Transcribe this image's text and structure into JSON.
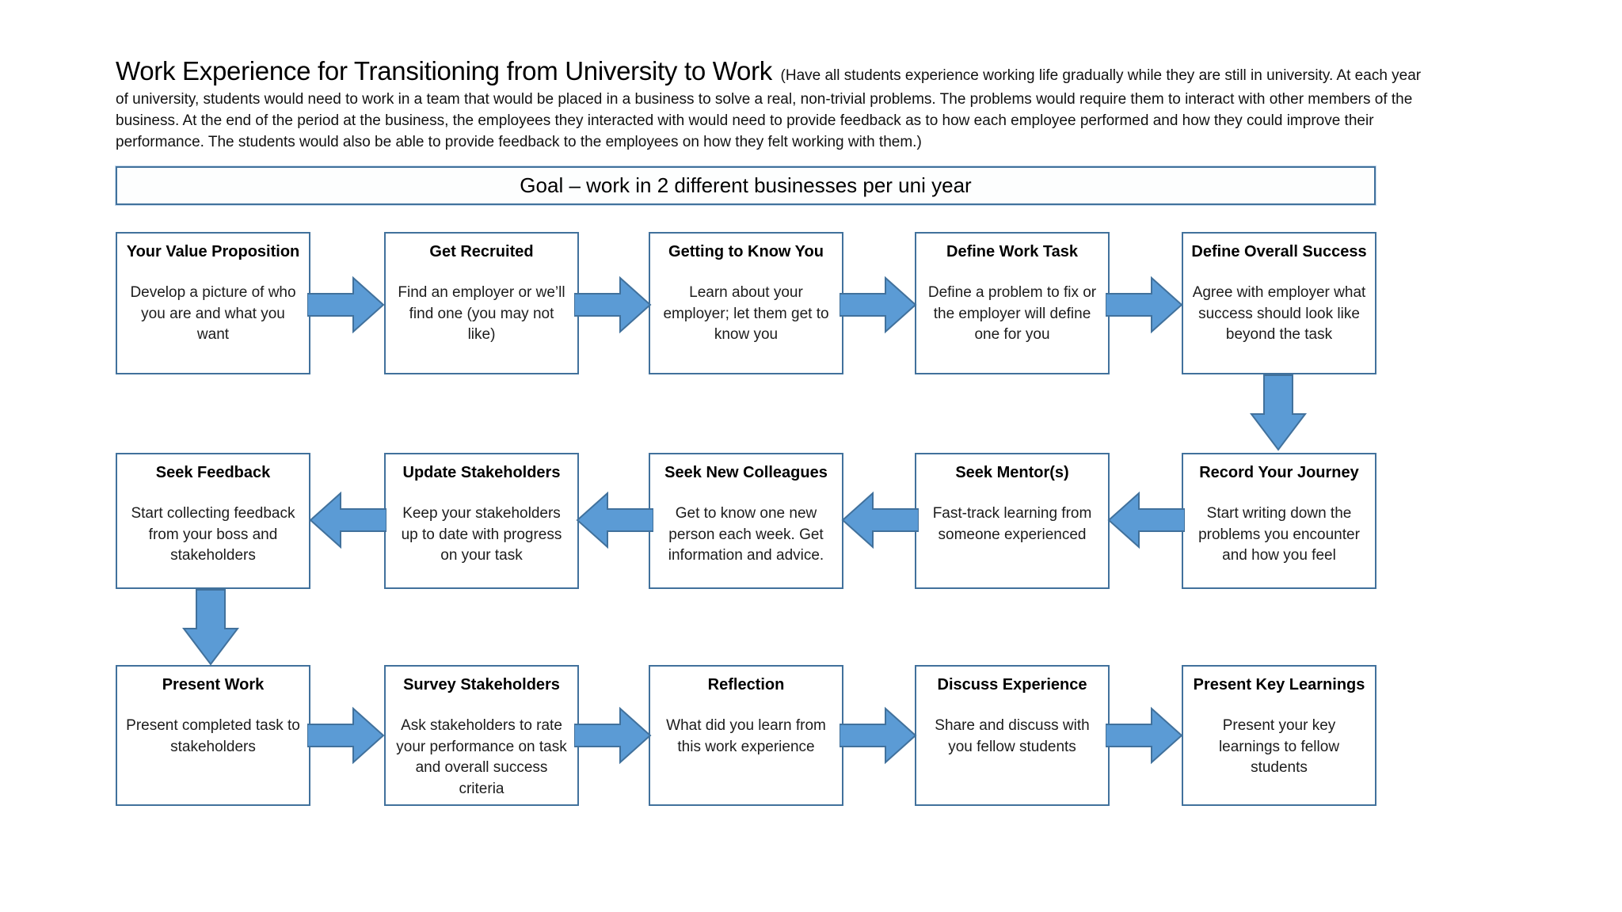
{
  "header": {
    "title": "Work Experience for Transitioning from University to Work",
    "note": "(Have all students experience working life gradually while they are still in university.  At each year of university, students would need to work in a team that would be placed in a business to solve a real, non-trivial problems.  The problems would require them to interact with other members of the business.  At the end of the period at the business, the employees they interacted with would need to provide feedback as to how each employee performed and how they could improve their performance.  The students would also be able to provide feedback to the employees on how they felt working with them.)"
  },
  "goal": {
    "text": "Goal – work in 2 different businesses per uni year"
  },
  "flow": {
    "rows": [
      {
        "direction": "right",
        "boxes": [
          {
            "title": "Your Value Proposition",
            "body": "Develop a picture of who you are and what you want"
          },
          {
            "title": "Get Recruited",
            "body": "Find an employer or we’ll find one (you may not like)"
          },
          {
            "title": "Getting to Know You",
            "body": "Learn about your employer; let them get to know you"
          },
          {
            "title": "Define Work Task",
            "body": "Define a problem to fix or the employer will define one for you"
          },
          {
            "title": "Define Overall Success",
            "body": "Agree with employer what success should look like beyond the task"
          }
        ]
      },
      {
        "direction": "left",
        "boxes": [
          {
            "title": "Seek Feedback",
            "body": "Start collecting feedback from your boss and stakeholders"
          },
          {
            "title": "Update Stakeholders",
            "body": "Keep your stakeholders up to date with progress on your task"
          },
          {
            "title": "Seek New Colleagues",
            "body": "Get to know one new person each week.  Get information and advice."
          },
          {
            "title": "Seek Mentor(s)",
            "body": "Fast-track learning from someone experienced"
          },
          {
            "title": "Record Your Journey",
            "body": "Start writing down the problems you encounter and how you feel"
          }
        ]
      },
      {
        "direction": "right",
        "boxes": [
          {
            "title": "Present Work",
            "body": "Present completed task to stakeholders"
          },
          {
            "title": "Survey Stakeholders",
            "body": "Ask stakeholders to rate your performance on task and overall success criteria"
          },
          {
            "title": "Reflection",
            "body": "What did you learn from this work experience"
          },
          {
            "title": "Discuss Experience",
            "body": "Share and discuss with you fellow students"
          },
          {
            "title": "Present Key Learnings",
            "body": "Present your key learnings to fellow students"
          }
        ]
      }
    ]
  },
  "colors": {
    "arrow_fill": "#5B9BD5",
    "arrow_stroke": "#41719C",
    "box_border": "#41719C",
    "text": "#1a1a1a",
    "background": "#ffffff"
  }
}
